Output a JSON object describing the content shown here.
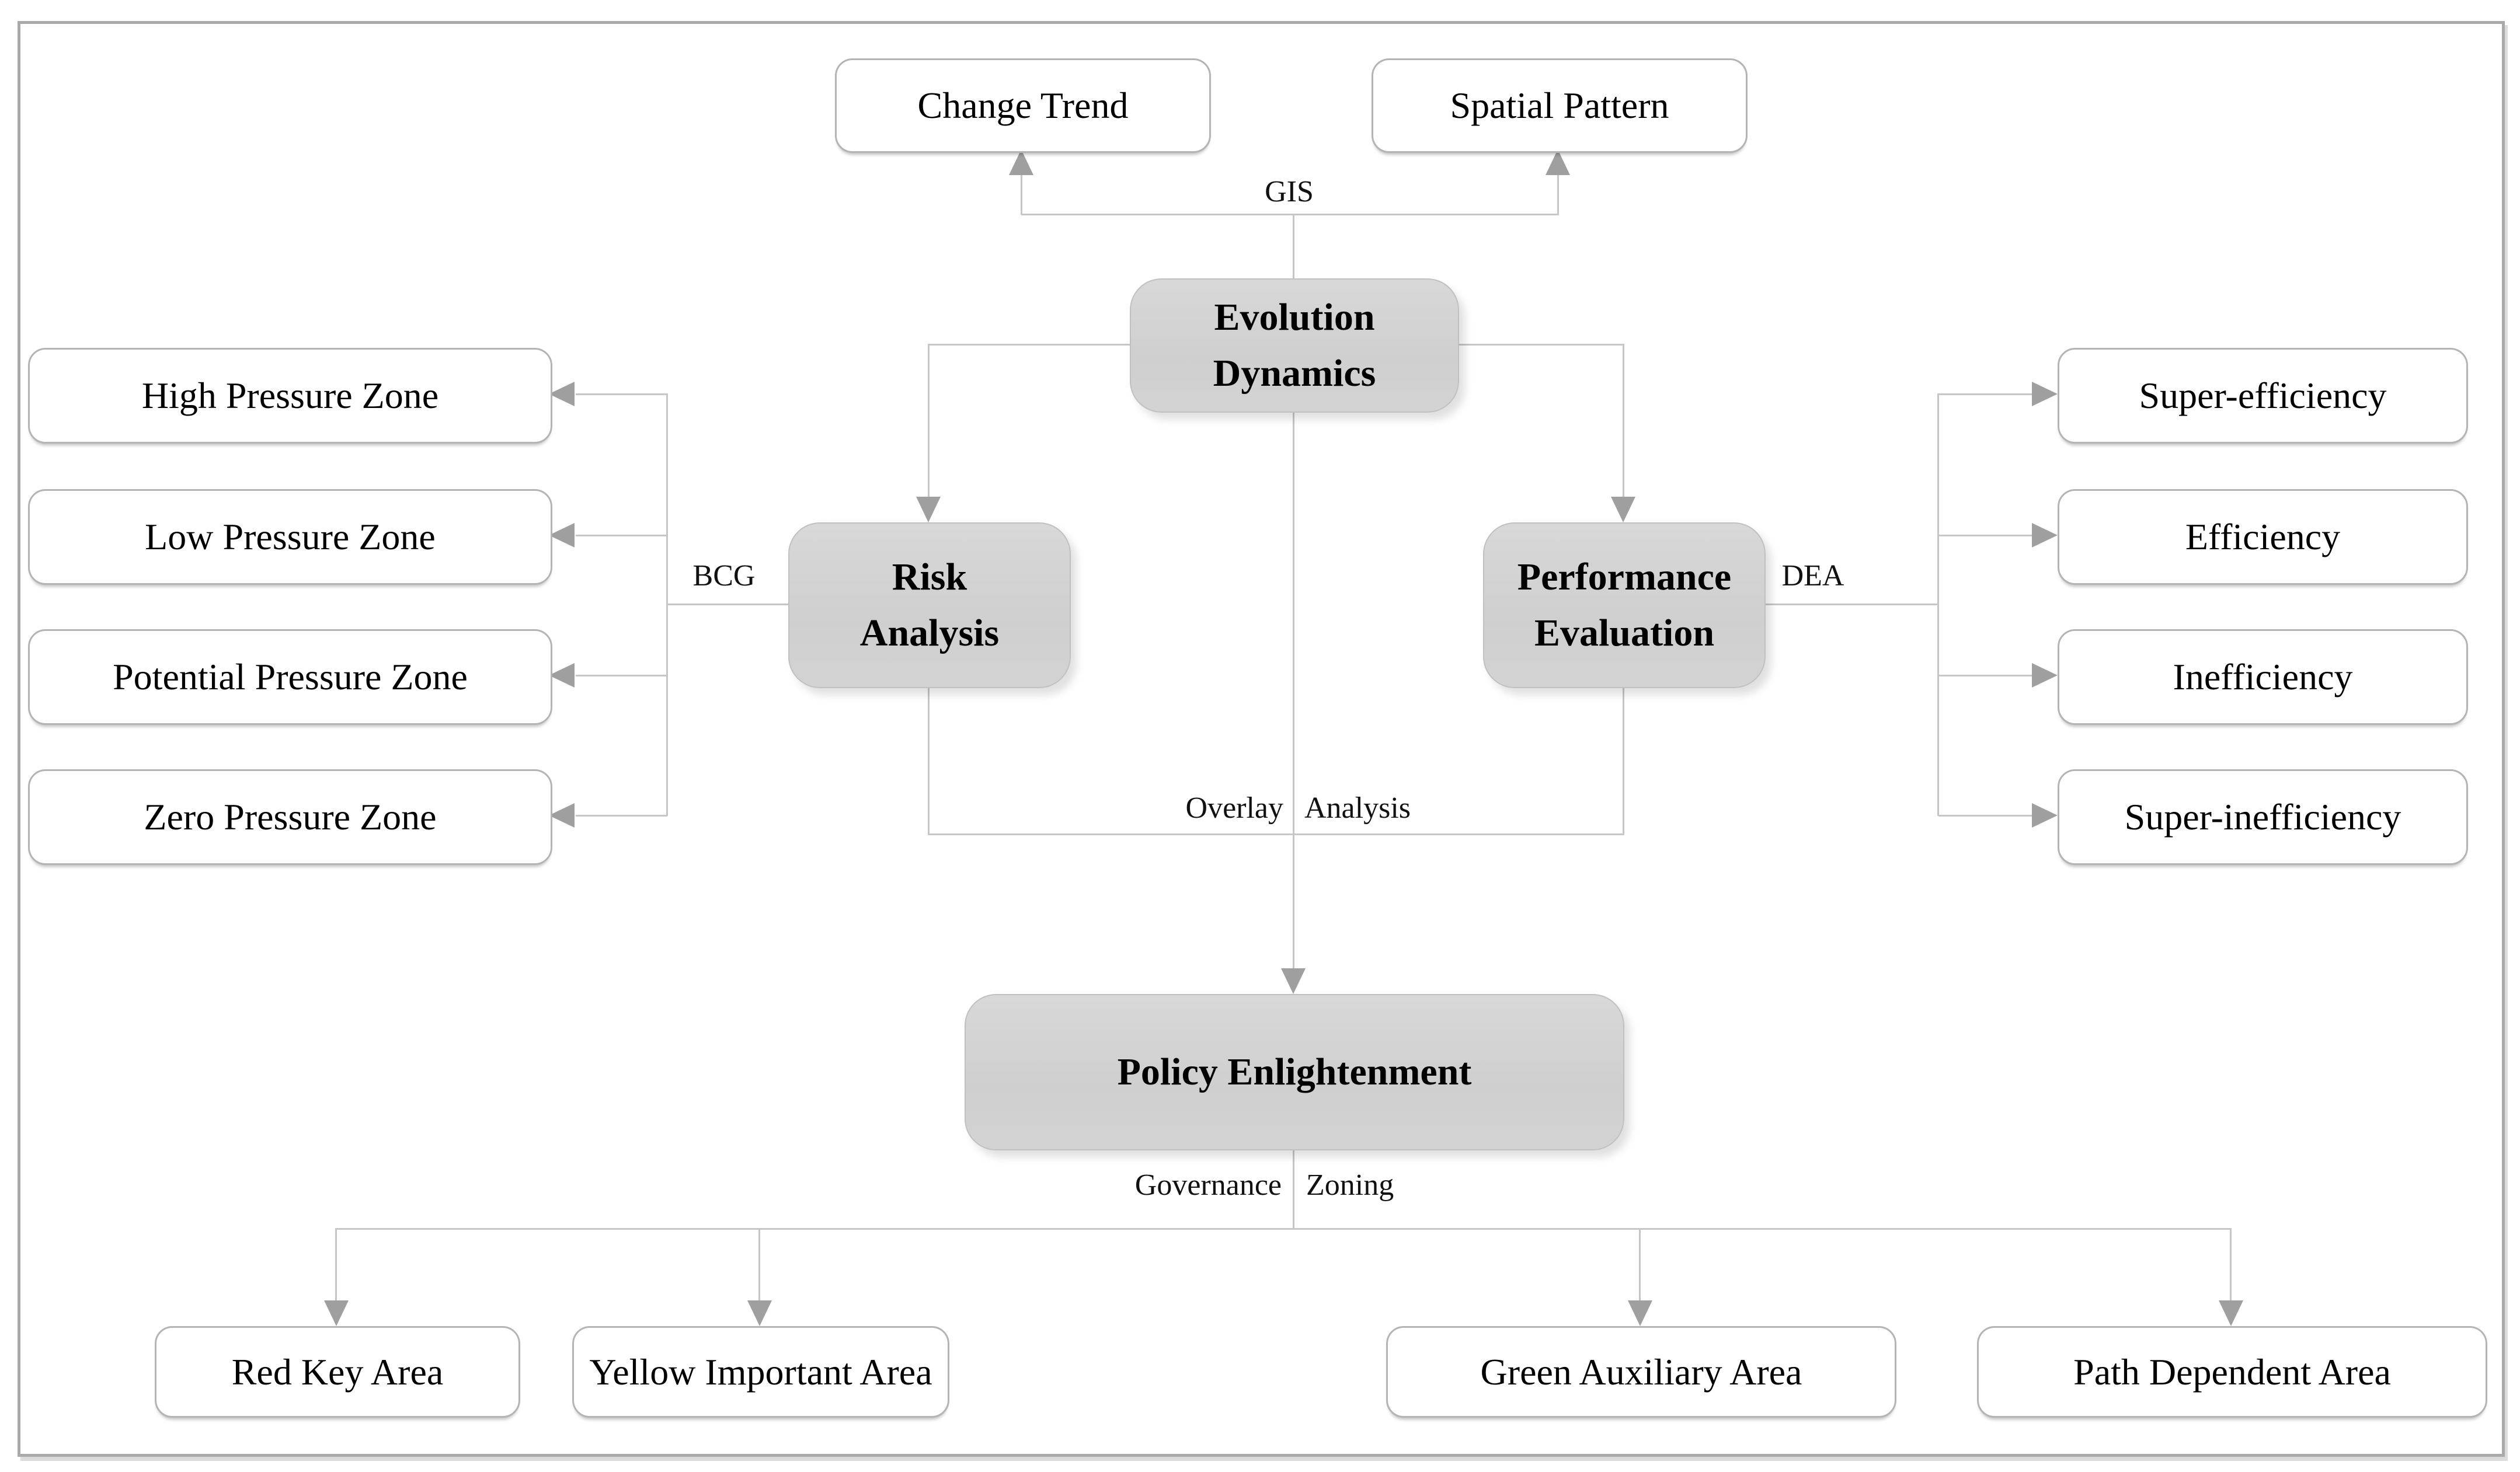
{
  "nodes": {
    "change_trend": "Change Trend",
    "spatial_pattern": "Spatial Pattern",
    "evolution_dynamics": {
      "line1": "Evolution",
      "line2": "Dynamics"
    },
    "risk_analysis": {
      "line1": "Risk",
      "line2": "Analysis"
    },
    "performance_evaluation": {
      "line1": "Performance",
      "line2": "Evaluation"
    },
    "policy_enlightenment": "Policy Enlightenment",
    "pressure_zones": [
      "High Pressure Zone",
      "Low Pressure Zone",
      "Potential Pressure Zone",
      "Zero Pressure Zone"
    ],
    "efficiency_levels": [
      "Super-efficiency",
      "Efficiency",
      "Inefficiency",
      "Super-inefficiency"
    ],
    "governance_areas": [
      "Red Key Area",
      "Yellow Important Area",
      "Green Auxiliary Area",
      "Path Dependent Area"
    ]
  },
  "edge_labels": {
    "gis": "GIS",
    "bcg": "BCG",
    "dea": "DEA",
    "overlay_left": "Overlay",
    "overlay_right": "Analysis",
    "governance": "Governance",
    "zoning": "Zoning"
  },
  "colors": {
    "node_fill_gray": "#d3d3d3",
    "node_fill_white": "#ffffff",
    "node_border": "#b4b4b4",
    "connector": "#c6c6c6",
    "arrowhead": "#9f9f9f",
    "frame_border": "#a9a9a9",
    "text": "#000000"
  }
}
